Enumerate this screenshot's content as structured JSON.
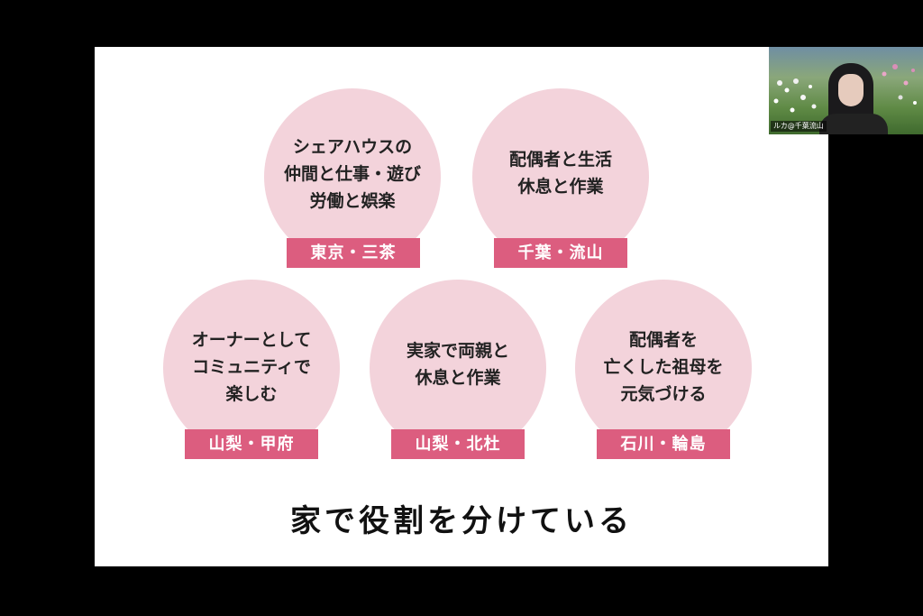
{
  "slide": {
    "headline": "家で役割を分けている",
    "bubbles": [
      {
        "text": "シェアハウスの\n仲間と仕事・遊び\n労働と娯楽",
        "place": "東京・三茶"
      },
      {
        "text": "配偶者と生活\n休息と作業",
        "place": "千葉・流山"
      },
      {
        "text": "オーナーとして\nコミュニティで\n楽しむ",
        "place": "山梨・甲府"
      },
      {
        "text": "実家で両親と\n休息と作業",
        "place": "山梨・北杜"
      },
      {
        "text": "配偶者を\n亡くした祖母を\n元気づける",
        "place": "石川・輪島"
      }
    ]
  },
  "video": {
    "participant_name": "ルカ@千葉流山"
  },
  "colors": {
    "bubble": "#f3d3db",
    "label": "#dc5d7f",
    "background": "#000000",
    "slide": "#ffffff"
  }
}
